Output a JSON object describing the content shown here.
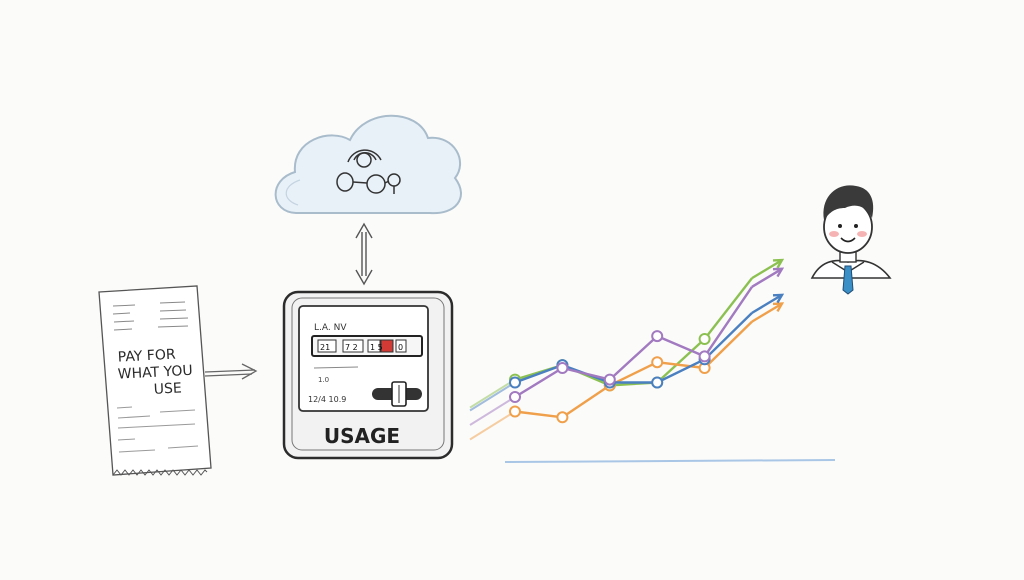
{
  "receipt": {
    "headline_lines": [
      "PAY FOR",
      "WHAT YOU",
      "USE"
    ]
  },
  "meter": {
    "label": "USAGE",
    "small_top_label": "L.A. NV",
    "digits": [
      "21",
      "7 2",
      "1 5",
      "0"
    ],
    "small_lines": [
      "1.0",
      "12/4  10.9"
    ]
  },
  "colors": {
    "ink": "#3a3a3a",
    "cloud_fill": "#e8f1f8",
    "cloud_stroke": "#a9bccb",
    "series_green": "#8cc152",
    "series_blue": "#4a7fc0",
    "series_orange": "#f0a04a",
    "series_purple": "#a27ac0",
    "baseline": "#a9c6e6",
    "meter_red": "#d23b35",
    "face_skin": "#ffffff",
    "tie": "#3b8fc7"
  },
  "chart_data": {
    "type": "line",
    "series": [
      {
        "values": [
          [
            0,
            2.6
          ],
          [
            1,
            3.1
          ],
          [
            2,
            2.4
          ],
          [
            3,
            2.5
          ],
          [
            4,
            4.0
          ],
          [
            5,
            6.1
          ]
        ]
      },
      {
        "values": [
          [
            0,
            1.5
          ],
          [
            1,
            1.3
          ],
          [
            2,
            2.4
          ],
          [
            3,
            3.2
          ],
          [
            4,
            3.0
          ],
          [
            5,
            4.6
          ]
        ]
      },
      {
        "values": [
          [
            0,
            2.5
          ],
          [
            1,
            3.1
          ],
          [
            2,
            2.5
          ],
          [
            3,
            2.5
          ],
          [
            4,
            3.3
          ],
          [
            5,
            4.9
          ]
        ]
      },
      {
        "values": [
          [
            0,
            2.0
          ],
          [
            1,
            3.0
          ],
          [
            2,
            2.6
          ],
          [
            3,
            4.1
          ],
          [
            4,
            3.4
          ],
          [
            5,
            5.8
          ]
        ]
      }
    ]
  }
}
